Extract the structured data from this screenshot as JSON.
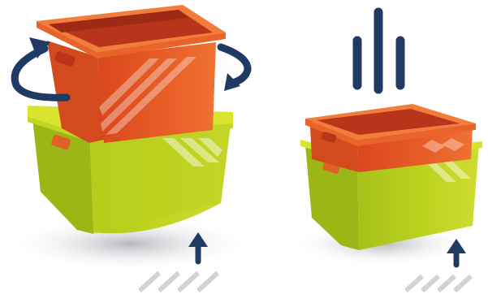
{
  "illustration": {
    "panels": [
      {
        "id": "stacked",
        "top_crate_color": "orange",
        "bottom_crate_color": "lime-green",
        "rotation_arrows": 2,
        "lift_arrow": true
      },
      {
        "id": "nested",
        "top_crate_color": "orange",
        "bottom_crate_color": "lime-green",
        "drop_lines": 3,
        "lift_arrow": true
      }
    ],
    "icons": [
      "rotate-left-arrow-icon",
      "rotate-right-arrow-icon",
      "up-arrow-icon",
      "down-motion-lines-icon"
    ],
    "colors": {
      "orange_rim": "#F27D3B",
      "orange_body": "#E65A25",
      "orange_inside": "#B8341A",
      "green_rim": "#D8E42E",
      "green_body": "#B4CC1E",
      "green_side": "#8FA813",
      "navy": "#1F3A63",
      "shadow": "#B9BBC2",
      "stripes": "#D2D3D8"
    }
  }
}
